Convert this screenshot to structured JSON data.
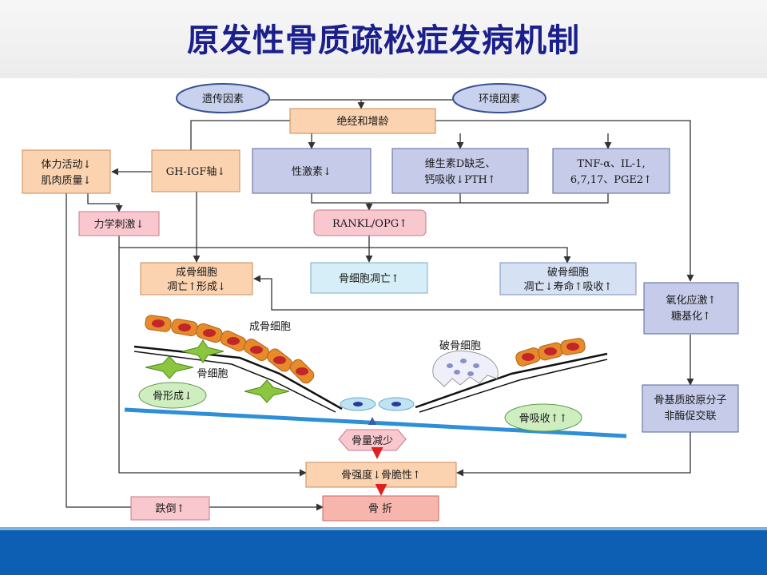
{
  "slide": {
    "title": "原发性骨质疏松症发病机制"
  },
  "diagram": {
    "ovals": {
      "genetic": "遗传因素",
      "environment": "环境因素",
      "bone_formation": "骨形成↓",
      "bone_resorption": "骨吸收↑↑"
    },
    "boxes": {
      "menopause_aging": "绝经和增龄",
      "physical_activity_line1": "体力活动↓",
      "physical_activity_line2": "肌肉质量↓",
      "gh_igf": "GH-IGF轴↓",
      "sex_hormone": "性激素↓",
      "vitd_line1": "维生素D缺乏、",
      "vitd_line2": "钙吸收↓PTH↑",
      "tnf_line1": "TNF-α、IL-1,",
      "tnf_line2": "6,7,17、PGE2↑",
      "mechanical_stimulus": "力学刺激↓",
      "rankl_opg": "RANKL/OPG↑",
      "osteoblast_line1": "成骨细胞",
      "osteoblast_line2": "凋亡↑形成↓",
      "osteocyte_apoptosis": "骨细胞凋亡↑",
      "osteoclast_line1": "破骨细胞",
      "osteoclast_line2": "凋亡↓寿命↑吸收↑",
      "oxidative_line1": "氧化应激↑",
      "oxidative_line2": "糖基化↑",
      "collagen_line1": "骨基质胶原分子",
      "collagen_line2": "非酶促交联",
      "bone_mass_loss": "骨量减少",
      "bone_strength": "骨强度↓骨脆性↑",
      "falls": "跌倒↑",
      "fracture": "骨  折"
    },
    "cell_labels": {
      "osteoblast": "成骨细胞",
      "osteocyte": "骨细胞",
      "osteoclast": "破骨细胞"
    }
  },
  "colors": {
    "title": "#1a1f8c",
    "footer": "#0d5fb4",
    "orange_box": "#fbd3b0",
    "blue_box": "#c5cbe8",
    "pink_box": "#f9c8cf",
    "cyan_box": "#d6eef7",
    "oval_blue": "#c8d2ee",
    "oval_green": "#cfeec0",
    "bone_line": "#2e8fd6"
  }
}
